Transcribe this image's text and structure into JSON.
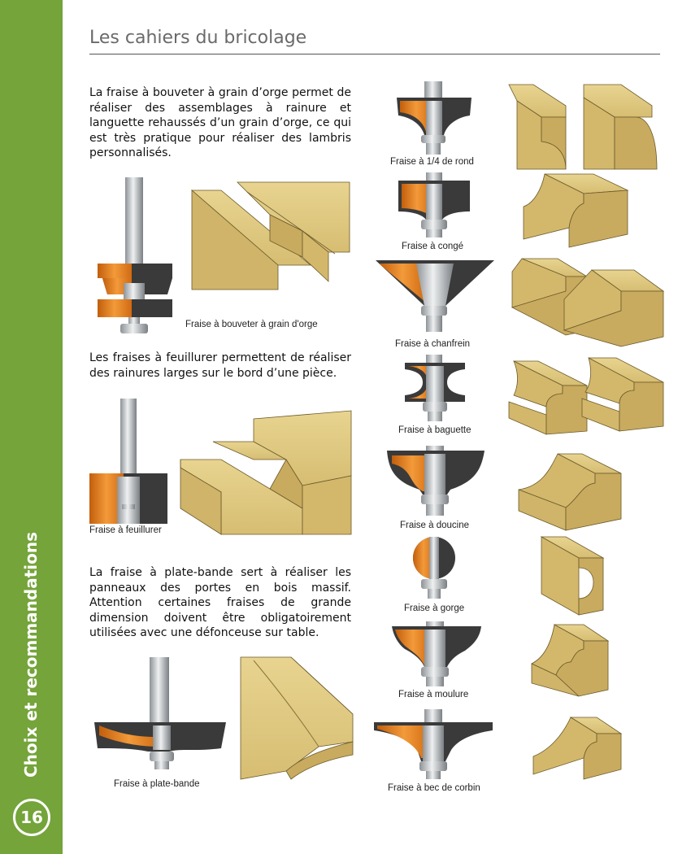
{
  "header": {
    "title": "Les cahiers du bricolage"
  },
  "sidebar": {
    "section_title": "Choix et recommandations",
    "page_number": "16"
  },
  "paragraphs": {
    "bouveter": "La fraise à bouveter à grain d’orge permet de réaliser des assemblages à rainure et languette rehaussés d’un grain d’orge, ce qui est très pratique pour réaliser des lambris personnalisés.",
    "feuillurer": "Les fraises à feuillurer permettent de réaliser des rainures larges sur le bord d’une pièce.",
    "plate_bande": "La fraise à plate-bande sert à réaliser les panneaux des portes en bois massif. Attention certaines fraises de grande dimension doivent être obligatoirement utilisées avec une défonceuse sur table."
  },
  "captions": {
    "bouveter": "Fraise à bouveter à grain d'orge",
    "feuillurer": "Fraise à feuillurer",
    "plate_bande": "Fraise à plate-bande",
    "quart_rond": "Fraise à 1/4 de rond",
    "conge": "Fraise à congé",
    "chanfrein": "Fraise à chanfrein",
    "baguette": "Fraise à baguette",
    "doucine": "Fraise à doucine",
    "gorge": "Fraise à gorge",
    "moulure": "Fraise à moulure",
    "bec_de_corbin": "Fraise à bec de corbin"
  },
  "colors": {
    "sidebar_green": "#74a43a",
    "wood": "#dcc27a",
    "cutter_dark": "#3a3a3a",
    "cutter_orange": "#e07a1c",
    "steel": "#b8bcc0"
  }
}
